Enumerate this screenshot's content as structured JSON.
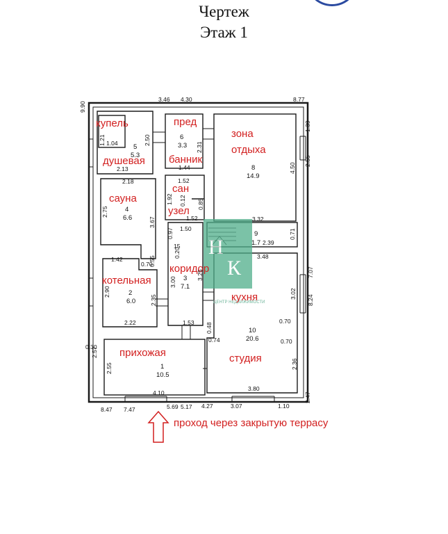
{
  "header": {
    "title_line1": "Чертеж",
    "title_line2": "Этаж 1"
  },
  "watermark": {
    "caption": "ЦЕНТР НЕДВИЖИМОСТИ",
    "color": "#4fae8a"
  },
  "colors": {
    "labels": "#d21f1f",
    "walls": "#1a1a1a"
  },
  "rooms": [
    {
      "id": "1",
      "name": "прихожая",
      "area": "10.5"
    },
    {
      "id": "2",
      "name": "котельная",
      "area": "6.0"
    },
    {
      "id": "3",
      "name": "коридор",
      "area": "7.1"
    },
    {
      "id": "4",
      "name": "сауна",
      "area": "6.6"
    },
    {
      "id": "5",
      "name_top": "купель",
      "name_bottom": "душевая",
      "area": "5.3"
    },
    {
      "id": "6",
      "name_top": "пред",
      "name_bottom": "банник",
      "area": "3.3"
    },
    {
      "id": "7",
      "name_top": "сан",
      "name_bottom": "узел"
    },
    {
      "id": "8",
      "name_top": "зона",
      "name_bottom": "отдыха",
      "area": "14.9"
    },
    {
      "id": "9",
      "area": "1.7"
    },
    {
      "id": "10",
      "name_top": "кухня",
      "name_bottom": "студия",
      "area": "20.6"
    }
  ],
  "dimensions": {
    "d346": "3.46",
    "d430": "4.30",
    "d877": "8.77",
    "d990": "9.90",
    "d250": "2.50",
    "d104": "1.04",
    "d121": "1.21",
    "d213": "2.13",
    "d231": "2.31",
    "d144": "1.44",
    "d139": "1.39",
    "d255": "2.55",
    "d450": "4.50",
    "d218": "2.18",
    "d152a": "1.52",
    "d192": "1.92",
    "d012": "0.12",
    "d085": "0.85",
    "d152b": "1.52",
    "d150": "1.50",
    "d097": "0.97",
    "d020": "0.20",
    "d015": "15",
    "d275": "2.75",
    "d367": "3.67",
    "d332": "3.32",
    "d071": "0.71",
    "d239": "2.39",
    "d055": "0.55",
    "d142": "1.42",
    "d070a": "0.70",
    "d348": "3.48",
    "d707": "7.07",
    "d824": "8.24",
    "d302": "3.02",
    "d290": "2.90",
    "d235": "2.35",
    "d300": "3.00",
    "d325": "3.25",
    "d222": "2.22",
    "d153": "1.53",
    "d048": "0.48",
    "d074": "0.74",
    "d070b": "0.70",
    "d070c": "0.70",
    "d030": "0.30",
    "d257": "2.57",
    "d255b": "2.55",
    "d236": "2.36",
    "d410": "4.10",
    "d380": "3.80",
    "d847": "8.47",
    "d747": "7.47",
    "d569": "5.69",
    "d517": "5.17",
    "d427": "4.27",
    "d307": "3.07",
    "d110": "1.10",
    "d247": "2.47"
  },
  "entrance_note": "проход через закрытую террасу"
}
